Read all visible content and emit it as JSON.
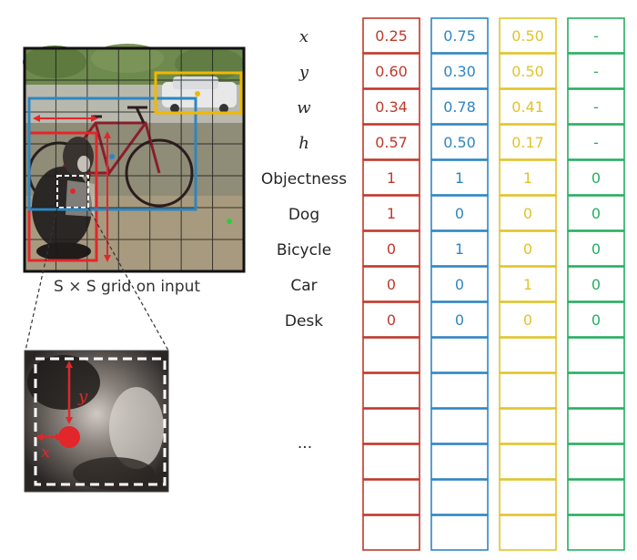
{
  "caption": "S × S grid on input",
  "ellipsis": "...",
  "annotations": {
    "x": "x",
    "y": "y"
  },
  "colors": {
    "red": "#c0392b",
    "blue": "#2e86c1",
    "yellow": "#e1c32a",
    "green": "#27ae60",
    "label": "#262626"
  },
  "rows": [
    {
      "label": "x",
      "italic": true
    },
    {
      "label": "y",
      "italic": true
    },
    {
      "label": "w",
      "italic": true
    },
    {
      "label": "h",
      "italic": true
    },
    {
      "label": "Objectness",
      "italic": false
    },
    {
      "label": "Dog",
      "italic": false
    },
    {
      "label": "Bicycle",
      "italic": false
    },
    {
      "label": "Car",
      "italic": false
    },
    {
      "label": "Desk",
      "italic": false
    }
  ],
  "columns": [
    {
      "color": "#c0392b",
      "values": [
        "0.25",
        "0.60",
        "0.34",
        "0.57",
        "1",
        "1",
        "0",
        "0",
        "0"
      ]
    },
    {
      "color": "#2e86c1",
      "values": [
        "0.75",
        "0.30",
        "0.78",
        "0.50",
        "1",
        "0",
        "1",
        "0",
        "0"
      ]
    },
    {
      "color": "#e1c32a",
      "values": [
        "0.50",
        "0.50",
        "0.41",
        "0.17",
        "1",
        "0",
        "0",
        "1",
        "0"
      ]
    },
    {
      "color": "#27ae60",
      "values": [
        "-",
        "-",
        "-",
        "-",
        "0",
        "0",
        "0",
        "0",
        "0"
      ]
    }
  ]
}
